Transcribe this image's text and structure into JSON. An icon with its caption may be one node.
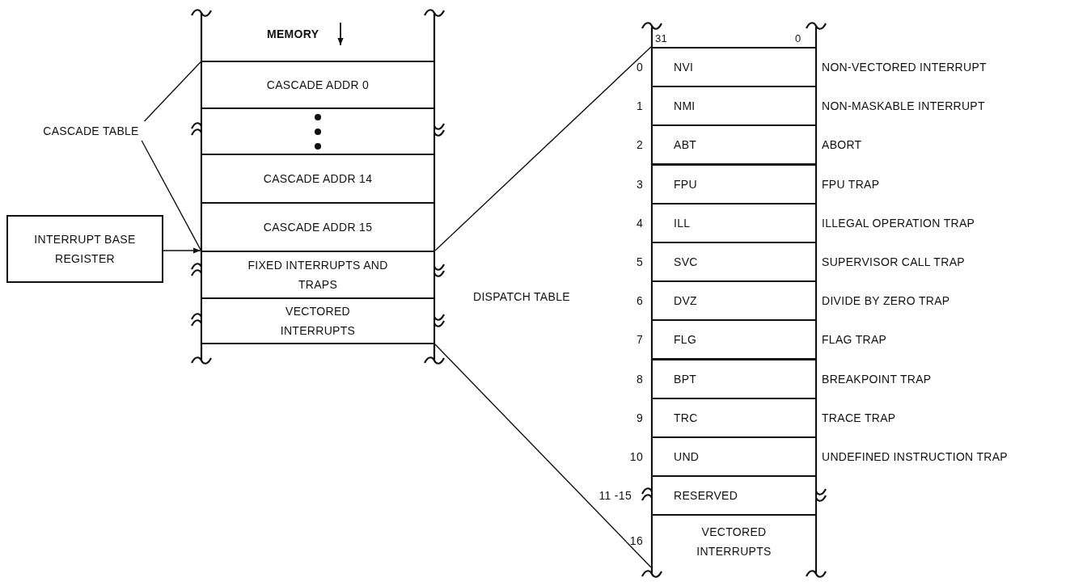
{
  "diagram": {
    "nodes": [
      {
        "text": [
          "CASCADE ADDR 0"
        ]
      },
      {
        "text": [],
        "shape": "box"
      },
      {
        "text": [
          "CASCADE ADDR 14"
        ]
      },
      {
        "text": [
          "CASCADE ADDR 15"
        ]
      },
      {
        "text": [
          "FIXED INTERRUPTS AND TRAPS"
        ]
      },
      {
        "text": [
          "VECTORED INTERRUPTS"
        ]
      },
      {
        "text": [
          "CASCADE TABLE"
        ]
      },
      {
        "text": [
          "INTERRUPT BASE REGISTER"
        ]
      },
      {
        "text": [
          "NVI"
        ],
        "beside": [
          "0",
          "NON-VECTORED INTERRUPT"
        ]
      },
      {
        "text": [
          "NMI"
        ],
        "beside": [
          "1",
          "NON-MASKABLE INTERRUPT"
        ]
      },
      {
        "text": [
          "ABT"
        ],
        "beside": [
          "2",
          "ABORT"
        ]
      },
      {
        "text": [
          "FPU"
        ],
        "beside": [
          "3",
          "FPU TRAP"
        ]
      },
      {
        "text": [
          "ILL"
        ],
        "beside": [
          "4",
          "ILLEGAL OPERATION TRAP"
        ]
      },
      {
        "text": [
          "SVC"
        ],
        "beside": [
          "5",
          "SUPERVISOR CALL TRAP"
        ]
      },
      {
        "text": [
          "DVZ"
        ],
        "beside": [
          "6",
          "DIVIDE BY ZERO TRAP"
        ]
      },
      {
        "text": [
          "FLG"
        ],
        "beside": [
          "7",
          "FLAG TRAP"
        ]
      },
      {
        "text": [
          "BPT"
        ],
        "beside": [
          "8",
          "BREAKPOINT TRAP"
        ]
      },
      {
        "text": [
          "TRC"
        ],
        "beside": [
          "9",
          "TRACE TRAP"
        ]
      },
      {
        "text": [
          "UND"
        ],
        "beside": [
          "10",
          "UNDEFINED INSTRUCTION TRAP"
        ]
      },
      {
        "text": [
          "RESERVED"
        ],
        "beside": [
          "11 -15"
        ]
      },
      {
        "text": [
          "VECTORED INTERRUPTS"
        ],
        "beside": [
          "16"
        ]
      }
    ],
    "edges": [
      {
        "from": 6,
        "to": 0,
        "arrow": "none"
      },
      {
        "from": 6,
        "to": 3,
        "arrow": "none"
      },
      {
        "from": 7,
        "to": 4,
        "arrow": "to"
      },
      {
        "from": 4,
        "to": 8,
        "arrow": "none"
      },
      {
        "from": 5,
        "to": 20,
        "arrow": "none"
      }
    ],
    "labels": [
      "MEMORY",
      "31",
      "0",
      "DISPATCH TABLE"
    ]
  }
}
